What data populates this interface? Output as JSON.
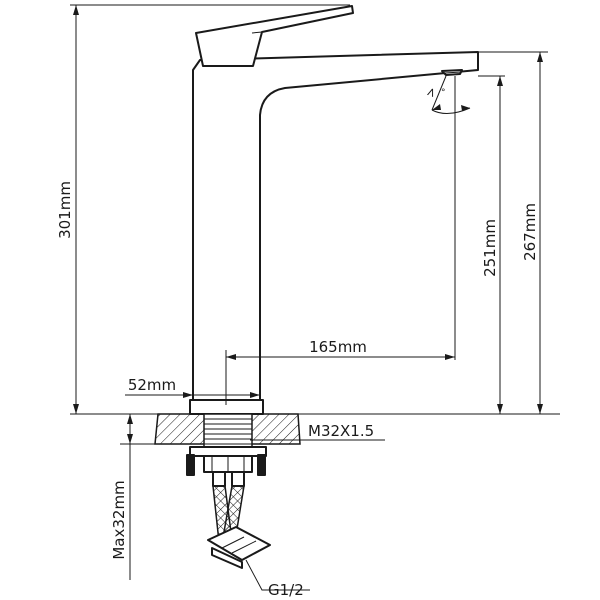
{
  "dimensions": {
    "total_height": "301mm",
    "spout_height": "267mm",
    "outlet_height": "251mm",
    "spout_reach": "165mm",
    "base_width": "52mm",
    "mount_thread": "M32X1.5",
    "max_counter_thickness": "Max32mm",
    "hose_connection": "G1/2"
  }
}
